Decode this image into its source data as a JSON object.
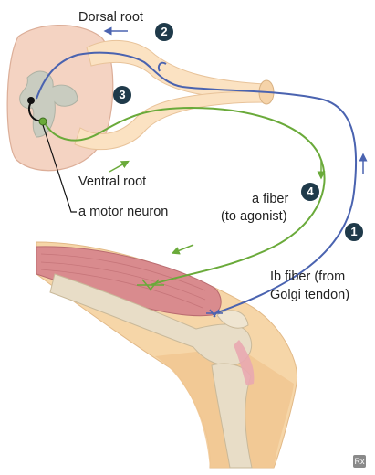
{
  "labels": {
    "dorsal_root": "Dorsal root",
    "ventral_root": "Ventral root",
    "motor_neuron": "a motor neuron",
    "a_fiber_line1": "a fiber",
    "a_fiber_line2": "(to agonist)",
    "ib_fiber_line1": "Ib fiber (from",
    "ib_fiber_line2": "Golgi tendon)"
  },
  "steps": [
    "1",
    "2",
    "3",
    "4"
  ],
  "logo_text": "Rx",
  "colors": {
    "sensory_fiber": "#4a63b0",
    "motor_fiber": "#6aaa3a",
    "spinal_cord": "#f4d3c2",
    "gray_matter": "#c9ccc0",
    "nerve_root": "#fbe2c2",
    "muscle": "#d98b8e",
    "bone": "#e8ddc7",
    "skin": "#f6d6a8",
    "badge": "#1f3a4a"
  }
}
